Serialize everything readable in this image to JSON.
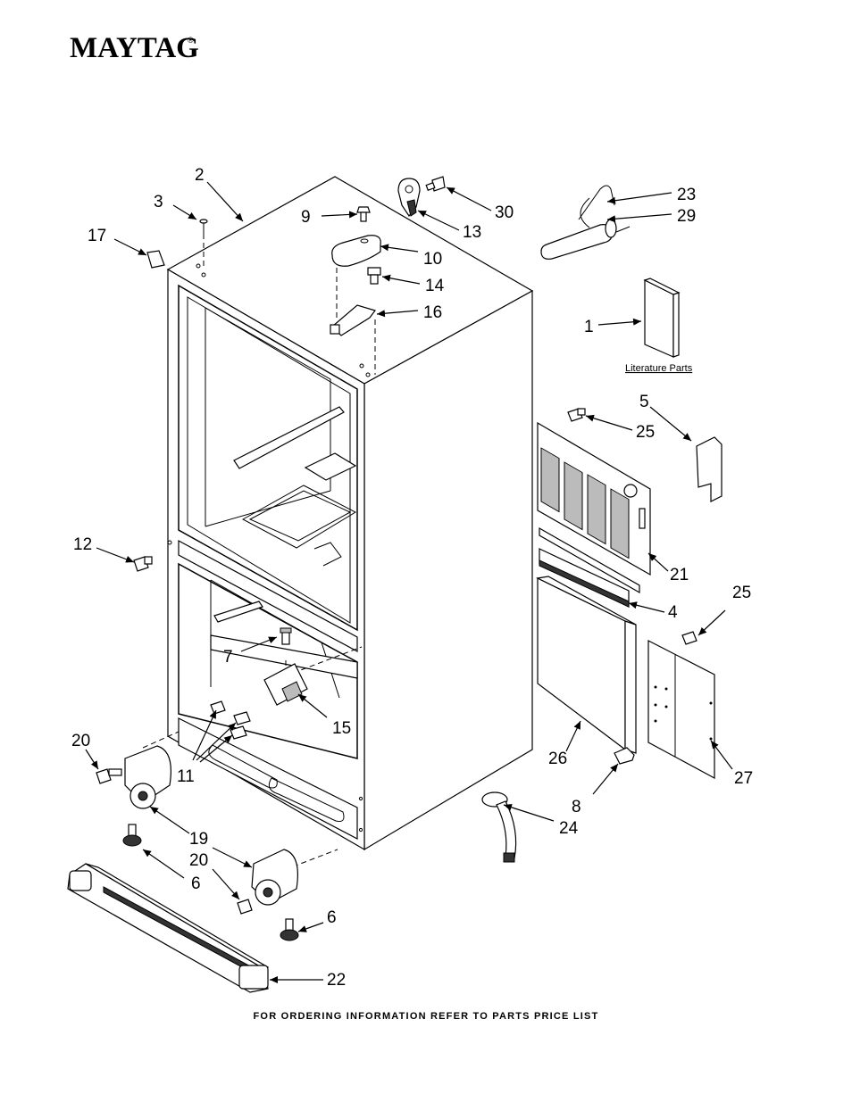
{
  "brand": {
    "name": "MAYTAG",
    "mark": "®"
  },
  "footer": {
    "text": "FOR ORDERING INFORMATION REFER TO PARTS PRICE LIST"
  },
  "literature": {
    "label": "Literature Parts"
  },
  "callouts": {
    "c1": "1",
    "c2": "2",
    "c3": "3",
    "c4": "4",
    "c5": "5",
    "c6a": "6",
    "c6b": "6",
    "c7": "7",
    "c8": "8",
    "c9": "9",
    "c10": "10",
    "c11": "11",
    "c12": "12",
    "c13": "13",
    "c14": "14",
    "c15": "15",
    "c16": "16",
    "c17": "17",
    "c19": "19",
    "c20a": "20",
    "c20b": "20",
    "c21": "21",
    "c22": "22",
    "c23": "23",
    "c24": "24",
    "c25a": "25",
    "c25b": "25",
    "c26": "26",
    "c27": "27",
    "c29": "29",
    "c30": "30"
  }
}
